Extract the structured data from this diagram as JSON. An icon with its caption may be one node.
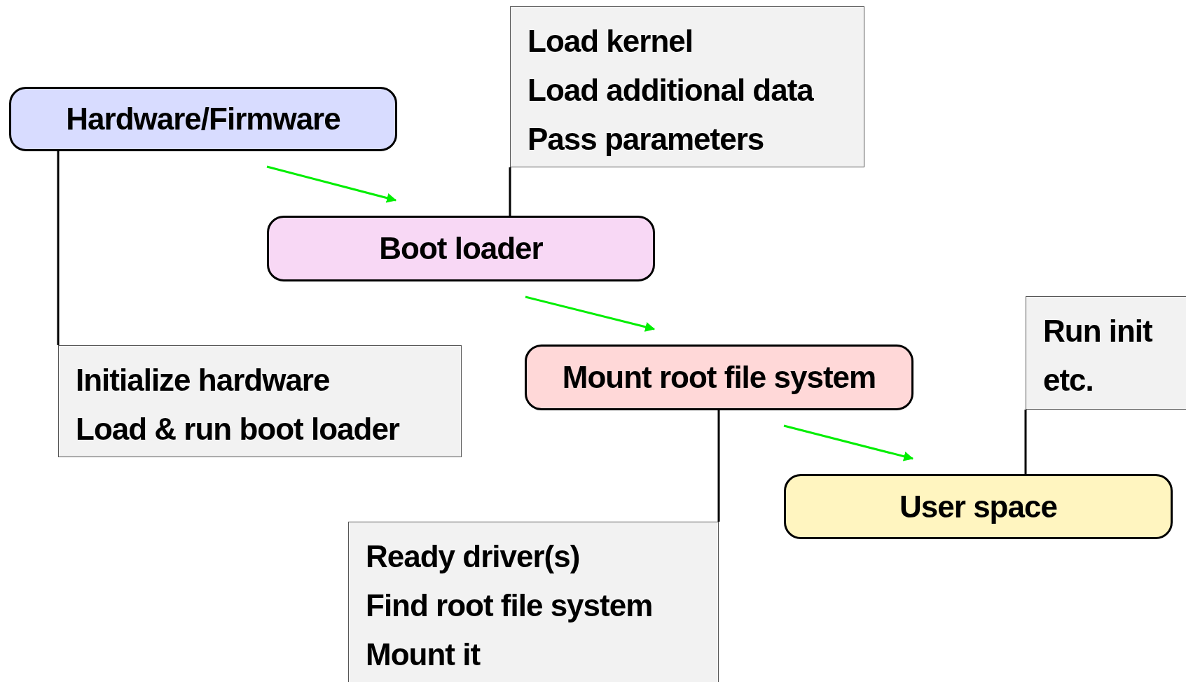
{
  "diagram": {
    "nodes": [
      {
        "text": [
          "Hardware/Firmware"
        ]
      },
      {
        "text": [
          "Initialize hardware",
          "Load & run boot loader"
        ]
      },
      {
        "text": [
          "Boot loader"
        ]
      },
      {
        "text": [
          "Load kernel",
          "Load additional data",
          "Pass parameters"
        ]
      },
      {
        "text": [
          "Mount root file system"
        ]
      },
      {
        "text": [
          "Ready driver(s)",
          "Find root file system",
          "Mount it"
        ]
      },
      {
        "text": [
          "User space"
        ]
      },
      {
        "text": [
          "Run init",
          "etc."
        ]
      }
    ],
    "edges": [
      {
        "from": 0,
        "to": 1,
        "arrow": "none"
      },
      {
        "from": 2,
        "to": 3,
        "arrow": "none"
      },
      {
        "from": 4,
        "to": 5,
        "arrow": "none"
      },
      {
        "from": 6,
        "to": 7,
        "arrow": "none"
      },
      {
        "from": 0,
        "to": 2,
        "arrow": "to",
        "color": "#00ee00"
      },
      {
        "from": 2,
        "to": 4,
        "arrow": "to",
        "color": "#00ee00"
      },
      {
        "from": 4,
        "to": 6,
        "arrow": "to",
        "color": "#00ee00"
      }
    ]
  }
}
